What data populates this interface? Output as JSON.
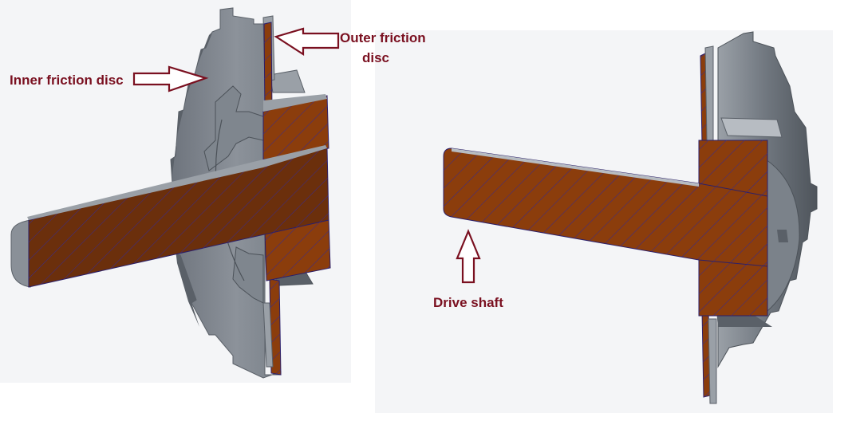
{
  "labels": {
    "outer_friction_line1": "Outer friction",
    "outer_friction_line2": "disc",
    "inner_friction": "Inner friction disc",
    "drive_shaft": "Drive shaft"
  },
  "colors": {
    "label_text": "#7a1020",
    "arrow_stroke": "#7a1020",
    "arrow_fill": "#ffffff",
    "disc_light": "#8a9098",
    "disc_mid": "#6e757e",
    "disc_dark": "#4c5259",
    "section_fill": "#8b3d0c",
    "section_dark": "#5e2a0a",
    "hatch": "#3a2a8a",
    "background_panel": "#f4f5f7"
  },
  "icons": {
    "outer_arrow": "arrow-left-icon",
    "inner_arrow": "arrow-right-icon",
    "drive_arrow": "arrow-up-icon"
  }
}
